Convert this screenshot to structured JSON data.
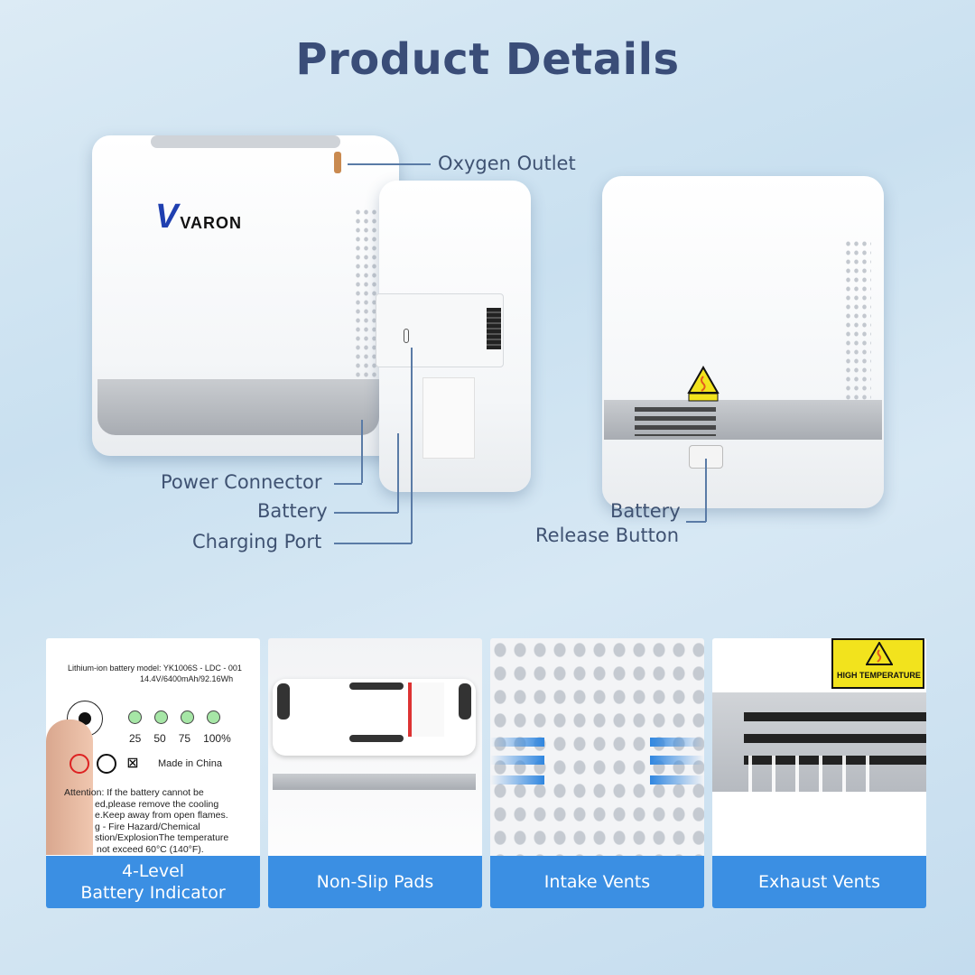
{
  "title": "Product Details",
  "brand": {
    "logo_text": "VARON",
    "logo_color": "#1f3fb0"
  },
  "callouts": {
    "oxygen_outlet": "Oxygen Outlet",
    "power_connector": "Power Connector",
    "battery": "Battery",
    "charging_port": "Charging Port",
    "battery_release_line1": "Battery",
    "battery_release_line2": "Release Button"
  },
  "warning_label": "HIGH TEMPERATURE",
  "battery_label": {
    "model": "Lithium-ion battery model: YK1006S - LDC - 001",
    "spec": "14.4V/6400mAh/92.16Wh",
    "levels": [
      "25",
      "50",
      "75",
      "100%"
    ],
    "made_in": "Made in China",
    "attention": [
      "Attention: If the battery cannot be",
      "ed,please remove the cooling",
      "e.Keep away from open flames.",
      "g - Fire Hazard/Chemical",
      "stion/ExplosionThe temperature",
      "not exceed 60°C (140°F)."
    ]
  },
  "features": [
    {
      "line1": "4-Level",
      "line2": "Battery Indicator"
    },
    {
      "line1": "Non-Slip Pads"
    },
    {
      "line1": "Intake Vents"
    },
    {
      "line1": "Exhaust Vents"
    }
  ],
  "colors": {
    "title": "#3a4d78",
    "caption_bg": "#3b8fe3",
    "callout_line": "#5a7ba6"
  }
}
